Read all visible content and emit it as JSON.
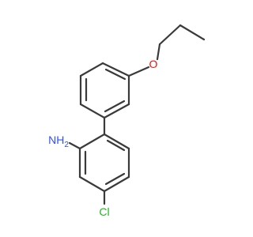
{
  "molecule": {
    "atoms": {
      "oxygen": {
        "text": "O",
        "color": "#ff0d0d"
      },
      "amine": {
        "text": "NH",
        "subscript": "2",
        "color": "#3050f8"
      },
      "chlorine": {
        "text": "Cl",
        "color": "#1fb81f"
      }
    },
    "bond_color": "#3a3a3a"
  }
}
